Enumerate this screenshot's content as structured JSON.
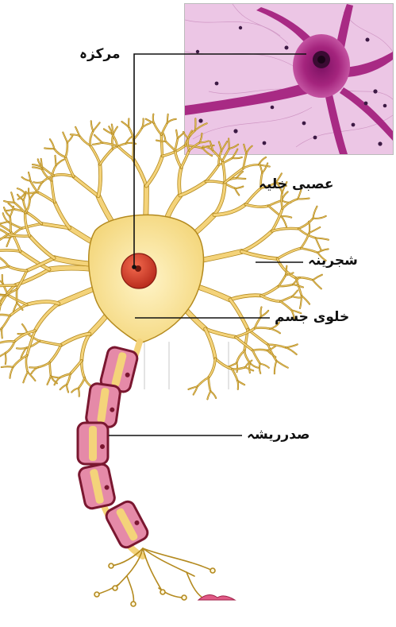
{
  "labels": {
    "nucleus": "مرکزہ",
    "nerve_cell": "عصبی خلیہ",
    "dendrite": "شجرینہ",
    "cell_body": "خلوی جسم",
    "axon": "صدرریشہ"
  },
  "colors": {
    "dendrite_fill": "#f4d37a",
    "dendrite_stroke": "#b48a1f",
    "soma_fill": "#fbe9a6",
    "nucleus": "#e0452b",
    "myelin": "#e58aa8",
    "myelin_stroke": "#7a1730",
    "micrograph_bg": "#e7bde0",
    "micrograph_cell": "#a4247d"
  }
}
